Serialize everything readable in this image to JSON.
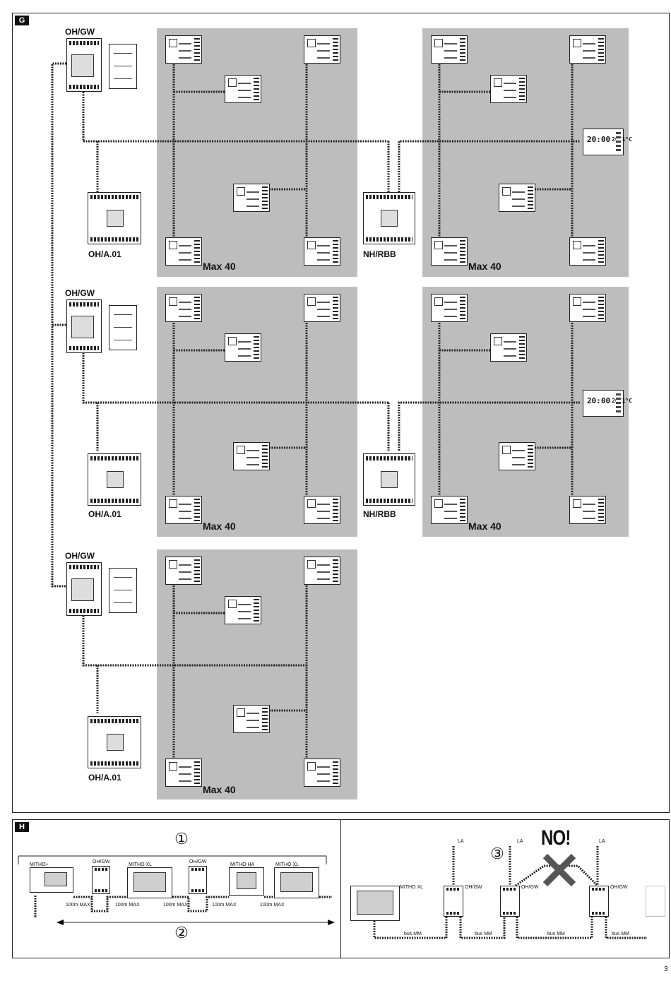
{
  "figure_g": {
    "tag": "G",
    "gateway_label": "OH/GW",
    "amplifier_label": "OH/A.01",
    "repeater_label": "NH/RBB",
    "group_limit": "Max 40",
    "clock_time": "20:00",
    "clock_temp": "20.1°C"
  },
  "figure_h": {
    "tag": "H",
    "circle_1": "①",
    "circle_2": "②",
    "circle_3": "③",
    "devices": [
      "MITHO+",
      "OH/GW",
      "MITHO XL",
      "OH/GW",
      "MITHO HA",
      "MITHO XL"
    ],
    "distance_label": "100m MAX",
    "right_monitor": "MITHO XL",
    "gw_label": "OH/GW",
    "la_label": "LA",
    "bus_label": "bus MM",
    "no_label": "NO!"
  },
  "page_number": "3"
}
